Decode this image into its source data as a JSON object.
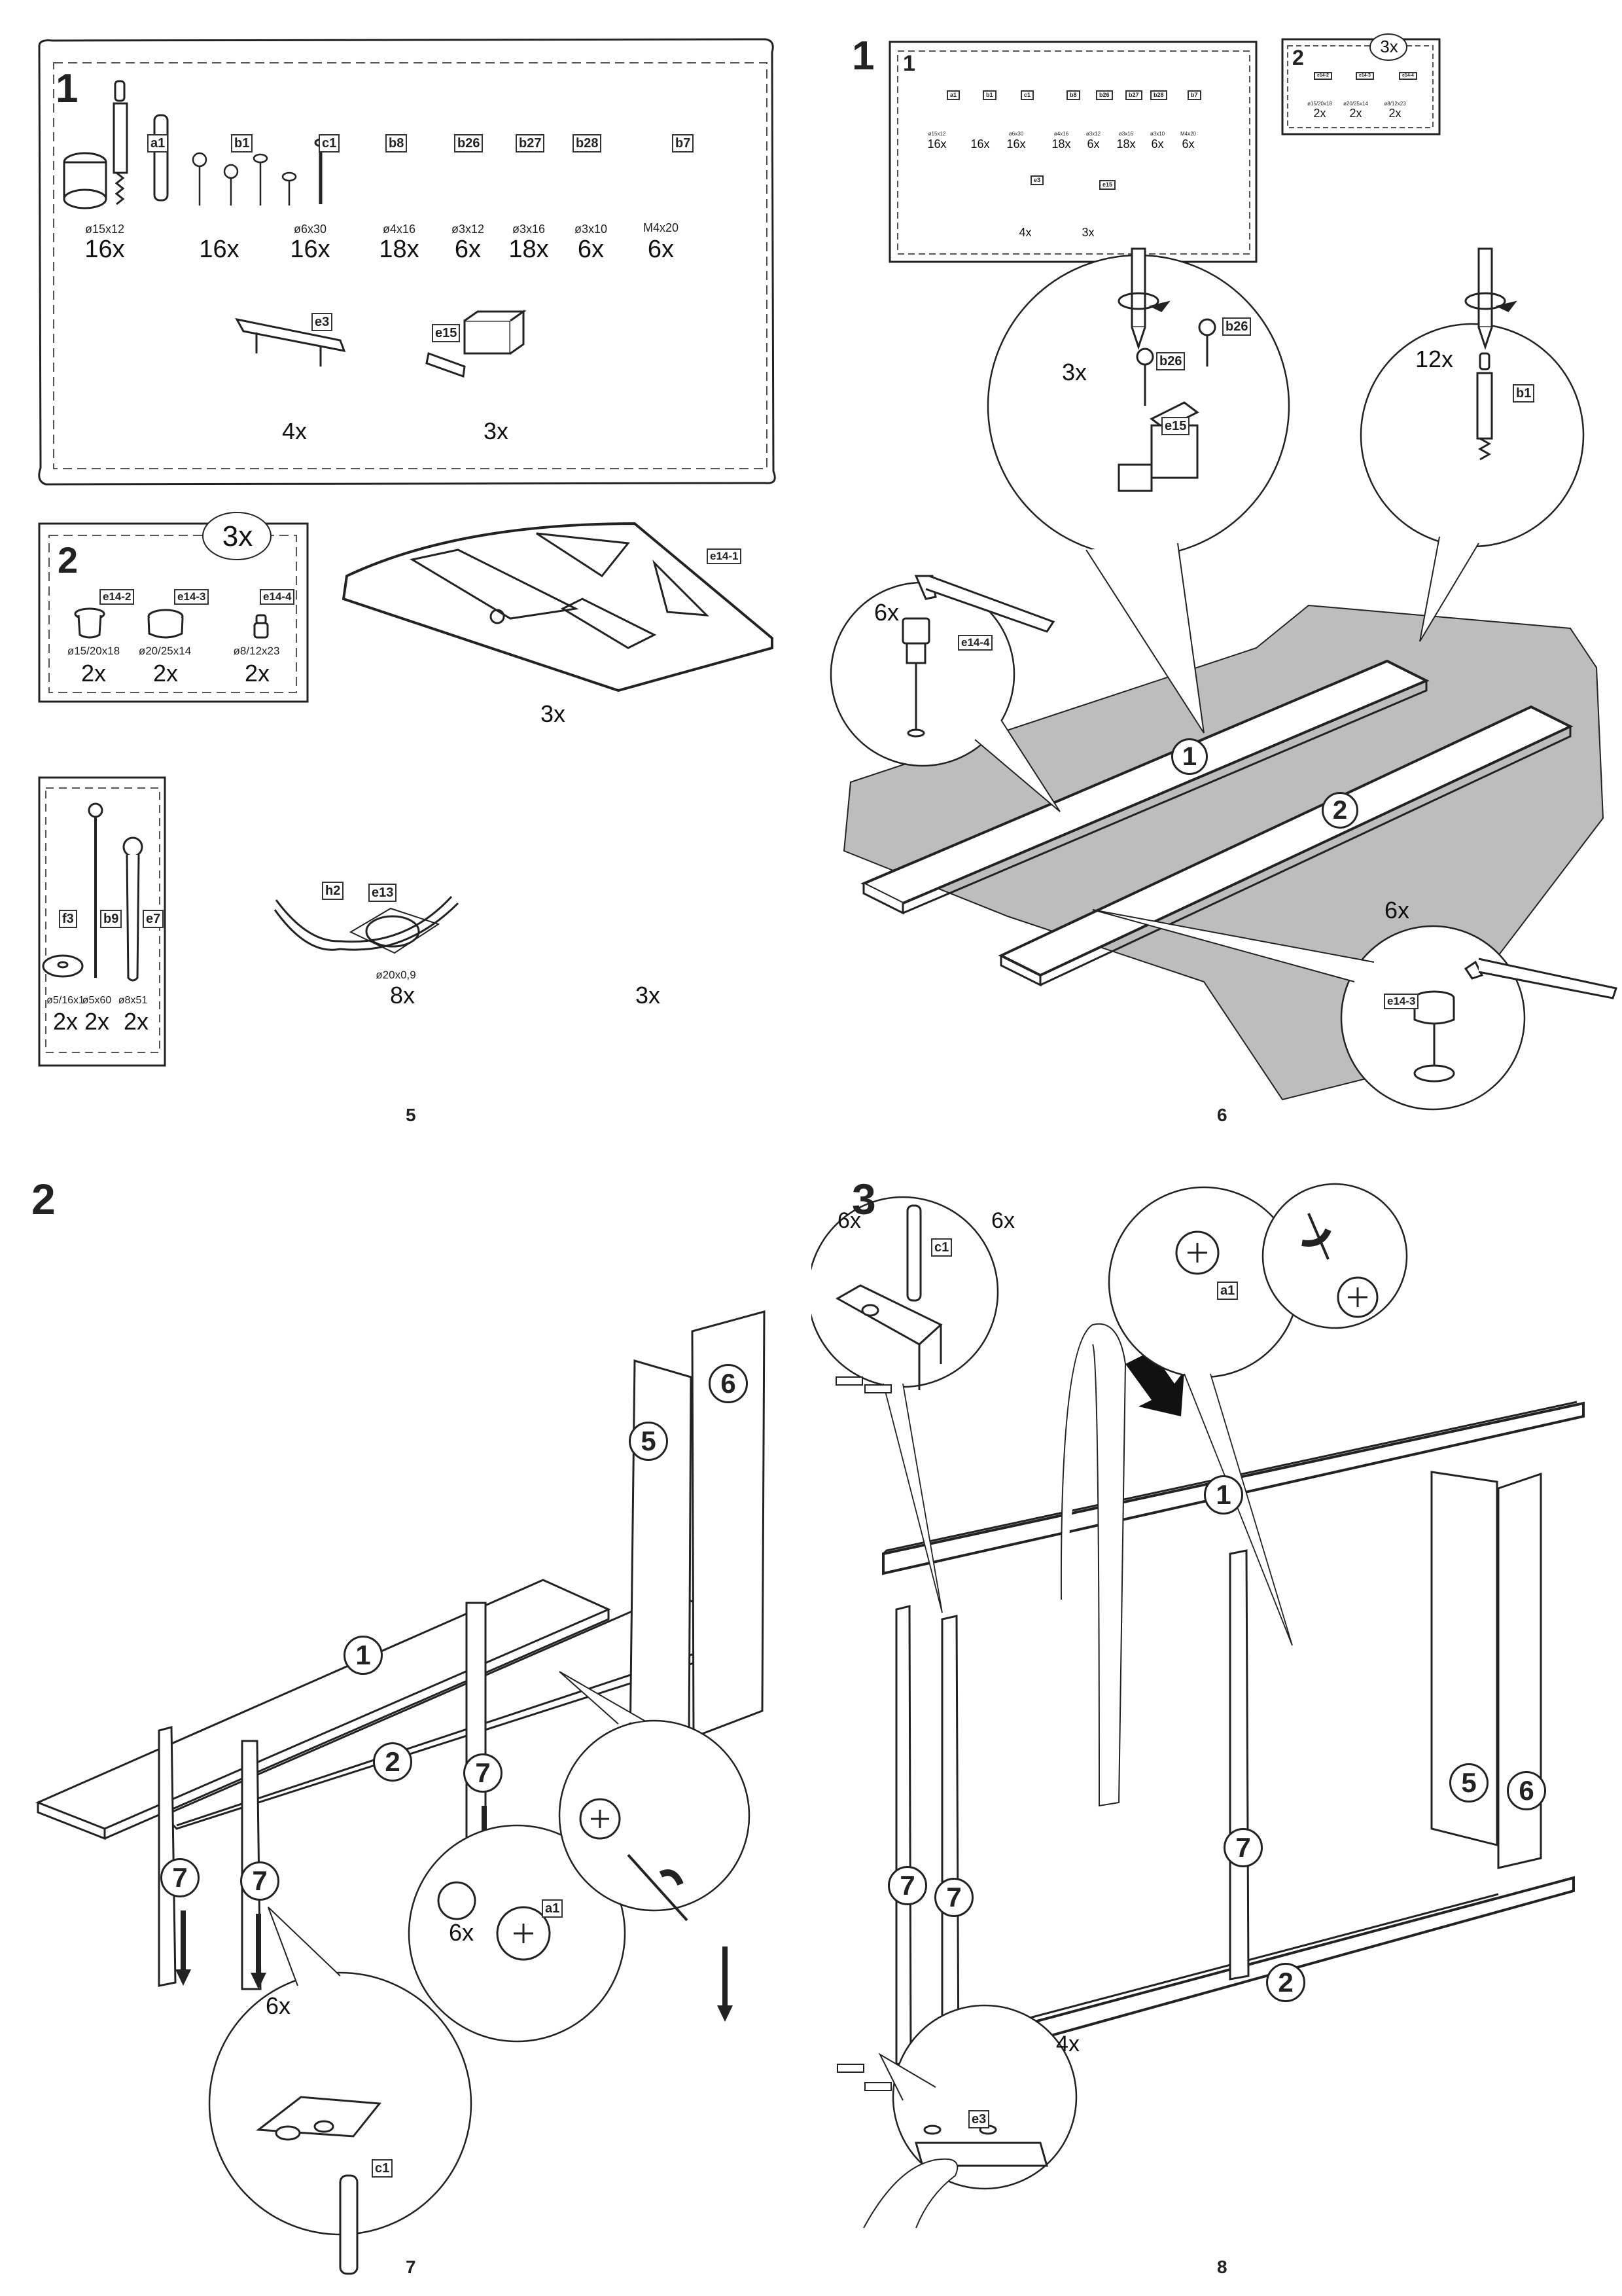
{
  "pages": [
    {
      "page_number": "5",
      "bags": [
        {
          "bag_number": "1",
          "parts": [
            {
              "code": "a1",
              "dimension": "ø15x12",
              "quantity": "16x"
            },
            {
              "code": "b1",
              "dimension": "",
              "quantity": "16x"
            },
            {
              "code": "c1",
              "dimension": "ø6x30",
              "quantity": "16x"
            },
            {
              "code": "b8",
              "dimension": "ø4x16",
              "quantity": "18x"
            },
            {
              "code": "b26",
              "dimension": "ø3x12",
              "quantity": "6x"
            },
            {
              "code": "b27",
              "dimension": "ø3x16",
              "quantity": "18x"
            },
            {
              "code": "b28",
              "dimension": "ø3x10",
              "quantity": "6x"
            },
            {
              "code": "b7",
              "dimension": "M4x20",
              "quantity": "6x"
            },
            {
              "code": "e3",
              "dimension": "",
              "quantity": "4x"
            },
            {
              "code": "e15",
              "dimension": "",
              "quantity": "3x"
            }
          ]
        },
        {
          "bag_number": "2",
          "bag_multiplier": "3x",
          "parts": [
            {
              "code": "e14-2",
              "dimension": "ø15/20x18",
              "quantity": "2x"
            },
            {
              "code": "e14-3",
              "dimension": "ø20/25x14",
              "quantity": "2x"
            },
            {
              "code": "e14-4",
              "dimension": "ø8/12x23",
              "quantity": "2x"
            }
          ]
        },
        {
          "bag_number": "",
          "parts": [
            {
              "code": "f3",
              "dimension": "ø5/16x1",
              "quantity": "2x"
            },
            {
              "code": "b9",
              "dimension": "ø5x60",
              "quantity": "2x"
            },
            {
              "code": "e7",
              "dimension": "ø8x51",
              "quantity": "2x"
            }
          ]
        }
      ],
      "loose_parts": [
        {
          "code": "e14-1",
          "dimension": "",
          "quantity": "3x"
        },
        {
          "code": "e13",
          "dimension": "ø20x0,9",
          "quantity": "8x"
        },
        {
          "code": "h2",
          "dimension": "",
          "quantity": "3x"
        }
      ]
    },
    {
      "page_number": "6",
      "step": "1",
      "inventory": {
        "bag1": {
          "bag_number": "1",
          "parts": [
            {
              "code": "a1",
              "dimension": "ø15x12",
              "quantity": "16x"
            },
            {
              "code": "b1",
              "dimension": "",
              "quantity": "16x"
            },
            {
              "code": "c1",
              "dimension": "ø6x30",
              "quantity": "16x"
            },
            {
              "code": "b8",
              "dimension": "ø4x16",
              "quantity": "18x"
            },
            {
              "code": "b26",
              "dimension": "ø3x12",
              "quantity": "6x"
            },
            {
              "code": "b27",
              "dimension": "ø3x16",
              "quantity": "18x"
            },
            {
              "code": "b28",
              "dimension": "ø3x10",
              "quantity": "6x"
            },
            {
              "code": "b7",
              "dimension": "M4x20",
              "quantity": "6x"
            },
            {
              "code": "e3",
              "dimension": "",
              "quantity": "4x"
            },
            {
              "code": "e15",
              "dimension": "",
              "quantity": "3x"
            }
          ]
        },
        "bag2": {
          "bag_number": "2",
          "bag_multiplier": "3x",
          "parts": [
            {
              "code": "e14-2",
              "dimension": "ø15/20x18",
              "quantity": "2x"
            },
            {
              "code": "e14-3",
              "dimension": "ø20/25x14",
              "quantity": "2x"
            },
            {
              "code": "e14-4",
              "dimension": "ø8/12x23",
              "quantity": "2x"
            }
          ]
        }
      },
      "callouts": [
        {
          "count": "3x",
          "parts": [
            "b26",
            "b26",
            "e15"
          ]
        },
        {
          "count": "12x",
          "parts": [
            "b1"
          ]
        },
        {
          "count": "6x",
          "parts": [
            "e14-4"
          ]
        },
        {
          "count": "6x",
          "parts": [
            "e14-3"
          ]
        }
      ],
      "panel_labels": [
        "1",
        "2"
      ]
    },
    {
      "page_number": "7",
      "step": "2",
      "callouts": [
        {
          "count": "6x",
          "parts": [
            "c1"
          ]
        },
        {
          "count": "6x",
          "parts": [
            "a1"
          ]
        }
      ],
      "panel_labels": [
        "1",
        "2",
        "5",
        "6",
        "7",
        "7",
        "7"
      ]
    },
    {
      "page_number": "8",
      "step": "3",
      "callouts": [
        {
          "count": "6x",
          "parts": [
            "c1"
          ]
        },
        {
          "count": "6x",
          "parts": [
            "a1"
          ]
        },
        {
          "count": "4x",
          "parts": [
            "e3"
          ]
        }
      ],
      "panel_labels": [
        "1",
        "2",
        "5",
        "6",
        "7",
        "7",
        "7"
      ]
    }
  ],
  "colors": {
    "ink": "#222222",
    "surface_gray": "#bdbdbd",
    "paper": "#ffffff"
  }
}
